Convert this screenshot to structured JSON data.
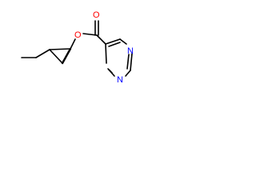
{
  "molecule": {
    "atoms": {
      "carbonyl_oxygen": "O",
      "ester_oxygen": "O",
      "ring_nitrogen_1": "N",
      "ring_nitrogen_2": "N"
    },
    "colors": {
      "oxygen": "#ff0000",
      "nitrogen": "#0000ff",
      "bond": "#000000",
      "background": "#ffffff"
    }
  }
}
